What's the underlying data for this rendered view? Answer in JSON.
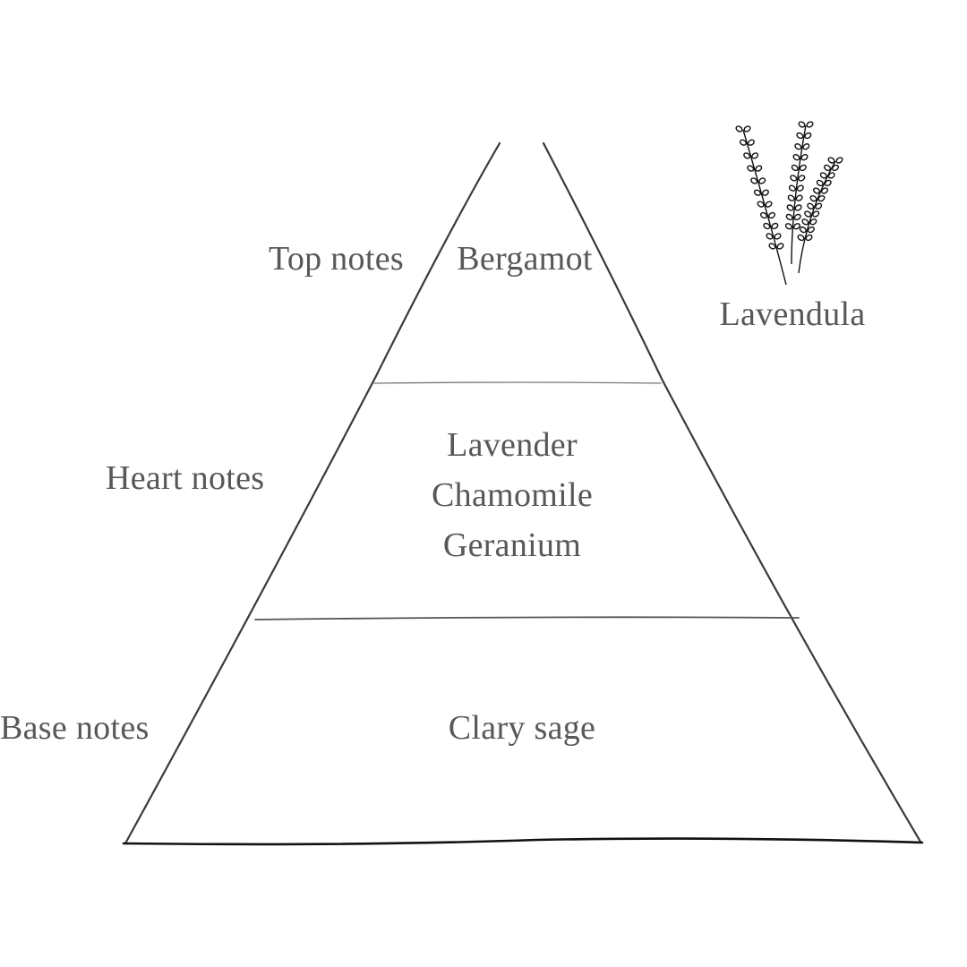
{
  "tiers": {
    "top": {
      "label": "Top notes",
      "ingredients": [
        "Bergamot"
      ]
    },
    "heart": {
      "label": "Heart notes",
      "ingredients": [
        "Lavender",
        "Chamomile",
        "Geranium"
      ]
    },
    "base": {
      "label": "Base notes",
      "ingredients": [
        "Clary sage"
      ]
    }
  },
  "plant": {
    "name": "Lavendula",
    "icon": "lavender-sprig-icon"
  },
  "colors": {
    "text": "#585858",
    "line": "#3a3a3a"
  }
}
